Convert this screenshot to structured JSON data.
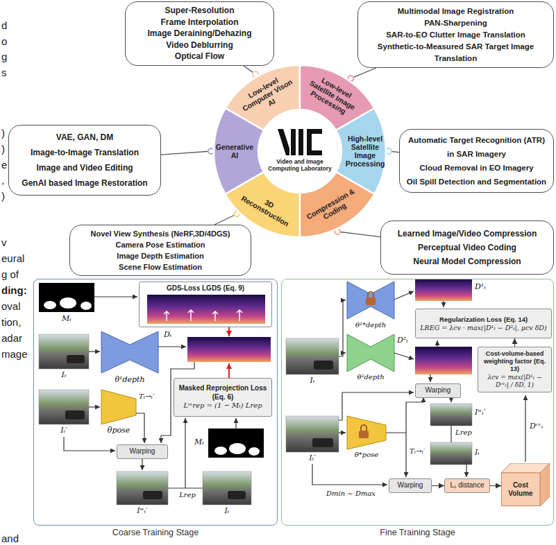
{
  "diagram": {
    "nodes": [
      {
        "text": [
          "Super-Resolution",
          "Frame Interpolation",
          "Image Deraining/Dehazing",
          "Video Deblurring",
          "Optical Flow"
        ]
      },
      {
        "text": [
          "Multimodal Image Registration",
          "PAN-Sharpening",
          "SAR-to-EO Clutter Image Translation",
          "Synthetic-to-Measured SAR Target Image Translation"
        ]
      },
      {
        "text": [
          "Low-level Computer Vison AI"
        ]
      },
      {
        "text": [
          "Low-level Satellite Image Processing"
        ]
      },
      {
        "text": [
          "Generative AI"
        ]
      },
      {
        "text": [
          "Video and Image Computing Laboratory"
        ]
      },
      {
        "text": [
          "High-level Satellite Image Processing"
        ]
      },
      {
        "text": [
          "3D Reconstruction"
        ]
      },
      {
        "text": [
          "Compression & Coding"
        ]
      },
      {
        "text": [
          "VAE, GAN, DM",
          "Image-to-Image Translation",
          "Image and Video Editing",
          "GenAI based Image Restoration"
        ]
      },
      {
        "text": [
          "Automatic Target Recognition (ATR) in SAR Imagery",
          "Cloud Removal in EO Imagery",
          "Oil Spill Detection and Segmentation"
        ]
      },
      {
        "text": [
          "Novel View Synthesis (NeRF,3D/4DGS)",
          "Camera Pose Estimation",
          "Image Depth Estimation",
          "Scene Flow Estimation"
        ]
      },
      {
        "text": [
          "Learned Image/Video Compression",
          "Perceptual Video Coding",
          "Neural Model Compression"
        ]
      },
      {
        "text": [
          "Coarse Training Stage"
        ]
      },
      {
        "text": [
          "GDS-Loss LGDS (Eq. 9)"
        ],
        "in": 13
      },
      {
        "text": [
          "Masked Reprojection Loss (Eq. 6)",
          "Lᵐrep = (1 − Mₜ) Lrep"
        ],
        "in": 13
      },
      {
        "text": [
          "Warping"
        ],
        "in": 13
      },
      {
        "text": [
          "Fine Training Stage"
        ]
      },
      {
        "text": [
          "Regularization Loss (Eq. 14)",
          "LREG = λcv · max(|D¹ₜ − D²ₜ|, μcv δD)"
        ],
        "in": 17
      },
      {
        "text": [
          "Cost-volume-based weighting factor (Eq. 13)",
          "λcv = max(|D¹ₜ − Dᶜᵛₜ| / δD, 1)"
        ],
        "in": 17
      },
      {
        "text": [
          "Warping"
        ],
        "in": 17
      },
      {
        "text": [
          "Warping"
        ],
        "in": 17
      },
      {
        "text": [
          "L₁ distance"
        ],
        "in": 17
      },
      {
        "text": [
          "Cost Volume"
        ],
        "in": 17
      }
    ],
    "edges": [
      {
        "from": 0,
        "to": 2,
        "arrow": "none"
      },
      {
        "from": 1,
        "to": 3,
        "arrow": "none"
      },
      {
        "from": 9,
        "to": 4,
        "arrow": "none"
      },
      {
        "from": 10,
        "to": 6,
        "arrow": "none"
      },
      {
        "from": 11,
        "to": 7,
        "arrow": "none"
      },
      {
        "from": 12,
        "to": 8,
        "arrow": "none"
      },
      {
        "from": 21,
        "to": 22,
        "arrow": "to"
      },
      {
        "from": 22,
        "to": 23,
        "arrow": "to"
      },
      {
        "from": 19,
        "to": 18,
        "arrow": "to"
      }
    ],
    "labels": [
      "d",
      "o",
      "g",
      "s",
      ")",
      ")",
      "e",
      ",",
      ")",
      "v",
      "eural",
      "g of",
      "ding:",
      "oval",
      "tion,",
      "adar",
      "mage",
      "and",
      "Mₜ",
      "Iₜ",
      "θ¹depth",
      "Dₜ",
      "Iₜ′",
      "θpose",
      "Tₜ→ₜ′",
      "Mₜ",
      "Iʷₜ′",
      "Lrep",
      "Iₜ",
      "θ¹*depth",
      "D¹ₜ",
      "θ²depth",
      "D²ₜ",
      "Iₜ",
      "Iₜ′",
      "θ*pose",
      "Tₜ→ₜ′",
      "Iʷₜ′",
      "Lrep",
      "Iₜ",
      "Dᶜᵛₜ",
      "Dmin ∼ Dmax"
    ]
  }
}
